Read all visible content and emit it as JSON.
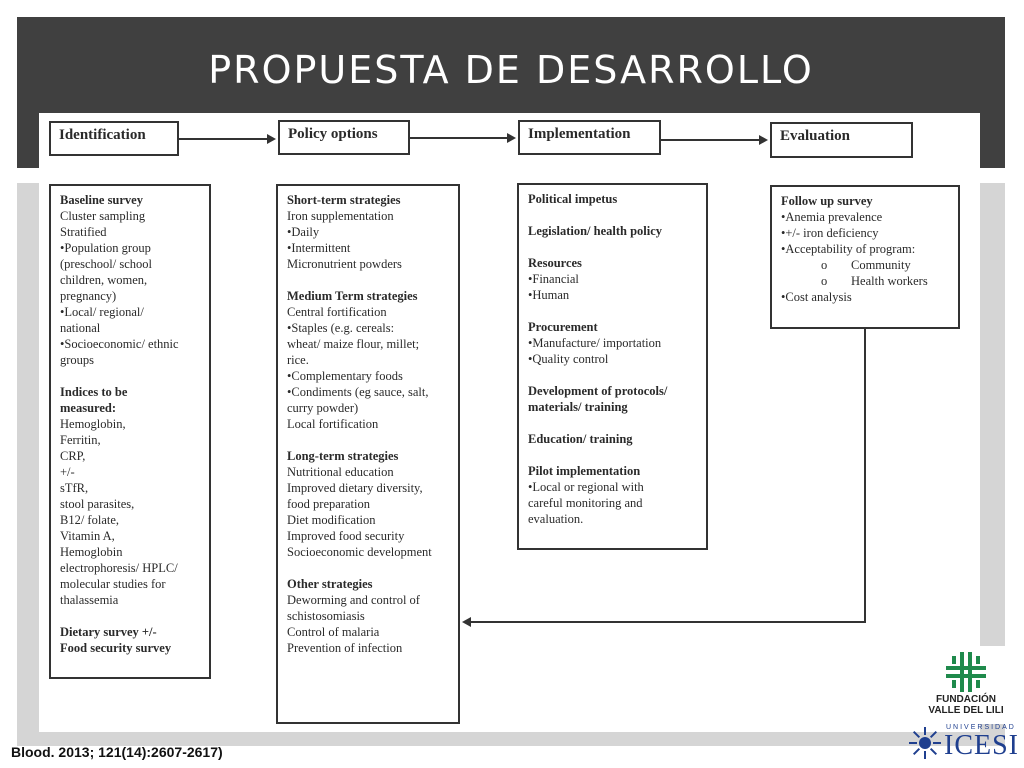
{
  "slide": {
    "title": "PROPUESTA DE DESARROLLO",
    "citation": "Blood. 2013; 121(14):2607-2617)"
  },
  "flow": {
    "headers": [
      "Identification",
      "Policy options",
      "Implementation",
      "Evaluation"
    ]
  },
  "identification": {
    "baseline_title": "Baseline survey",
    "baseline_lines": [
      "Cluster sampling",
      "Stratified",
      "•Population group",
      "(preschool/ school",
      "children, women,",
      "pregnancy)",
      "•Local/ regional/",
      "national",
      "•Socioeconomic/ ethnic",
      "groups"
    ],
    "indices_title": [
      "Indices to be",
      "measured:"
    ],
    "indices_lines": [
      "Hemoglobin,",
      "Ferritin,",
      "CRP,",
      "+/-",
      "sTfR,",
      "stool parasites,",
      "B12/ folate,",
      "Vitamin A,",
      "Hemoglobin",
      "electrophoresis/ HPLC/",
      "molecular studies for",
      "thalassemia"
    ],
    "dietary_title": [
      "Dietary survey +/-",
      "Food security survey"
    ]
  },
  "policy": {
    "short_title": "Short-term strategies",
    "short_lines": [
      "Iron supplementation",
      "•Daily",
      "•Intermittent",
      "Micronutrient powders"
    ],
    "medium_title": "Medium Term strategies",
    "medium_lines": [
      "Central fortification",
      "•Staples (e.g. cereals:",
      "wheat/ maize flour, millet;",
      "rice.",
      "•Complementary foods",
      "•Condiments (eg sauce, salt,",
      "curry powder)",
      "Local fortification"
    ],
    "long_title": "Long-term strategies",
    "long_lines": [
      "Nutritional education",
      "Improved dietary diversity,",
      "food preparation",
      "Diet modification",
      "Improved food security",
      "Socioeconomic development"
    ],
    "other_title": "Other strategies",
    "other_lines": [
      "Deworming and control of",
      "schistosomiasis",
      "Control of malaria",
      "Prevention of infection"
    ]
  },
  "implementation": {
    "political": "Political impetus",
    "legislation": "Legislation/ health policy",
    "resources_title": "Resources",
    "resources_lines": [
      "•Financial",
      "•Human"
    ],
    "procurement_title": "Procurement",
    "procurement_lines": [
      "•Manufacture/ importation",
      "•Quality control"
    ],
    "protocols_title": [
      "Development of protocols/",
      "materials/ training"
    ],
    "education": "Education/ training",
    "pilot_title": "Pilot implementation",
    "pilot_lines": [
      "•Local or regional with",
      "careful monitoring and",
      "evaluation."
    ]
  },
  "evaluation": {
    "followup_title": "Follow up survey",
    "lines": [
      "•Anemia prevalence",
      "•+/- iron deficiency",
      "•Acceptability of program:"
    ],
    "sub_marker": "o",
    "sub_items": [
      "Community",
      "Health workers"
    ],
    "cost": "•Cost analysis"
  },
  "logos": {
    "fvl_lines": [
      "FUNDACIÓN",
      "VALLE DEL LILI"
    ],
    "icesi_small": "UNIVERSIDAD",
    "icesi_name": "ICESI",
    "fvl_color": "#1f8a4c",
    "icesi_color": "#1f3f8f"
  }
}
